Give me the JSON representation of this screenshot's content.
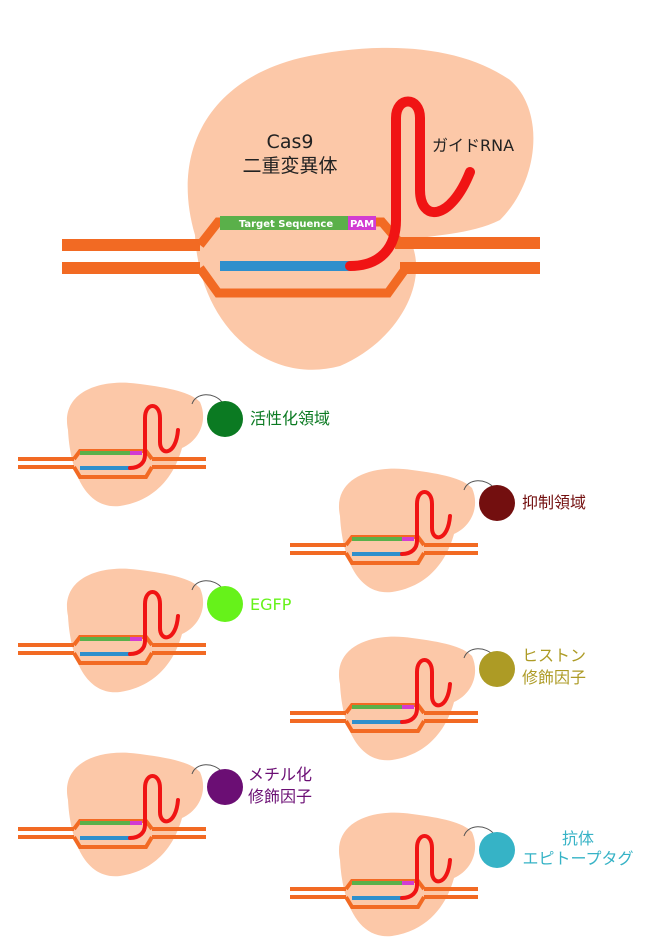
{
  "main": {
    "cas9_label": "Cas9",
    "cas9_sublabel": "二重変異体",
    "guide_rna_label": "ガイドRNA",
    "target_sequence_label": "Target Sequence",
    "pam_label": "PAM"
  },
  "colors": {
    "protein": "#fcc8a8",
    "dna": "#f26a23",
    "guide_rna": "#f01414",
    "target": "#5ab04a",
    "pam": "#d23cd2",
    "complement": "#2f8fcc"
  },
  "variants": [
    {
      "line1": "活性化領域",
      "line2": "",
      "color": "#0b7a22"
    },
    {
      "line1": "抑制領域",
      "line2": "",
      "color": "#730f0f"
    },
    {
      "line1": "EGFP",
      "line2": "",
      "color": "#66f21a"
    },
    {
      "line1": "ヒストン",
      "line2": "修飾因子",
      "color": "#ad9b25"
    },
    {
      "line1": "メチル化",
      "line2": "修飾因子",
      "color": "#6b0e74"
    },
    {
      "line1": "抗体",
      "line2": "エピトープタグ",
      "color": "#36b3c6"
    }
  ]
}
